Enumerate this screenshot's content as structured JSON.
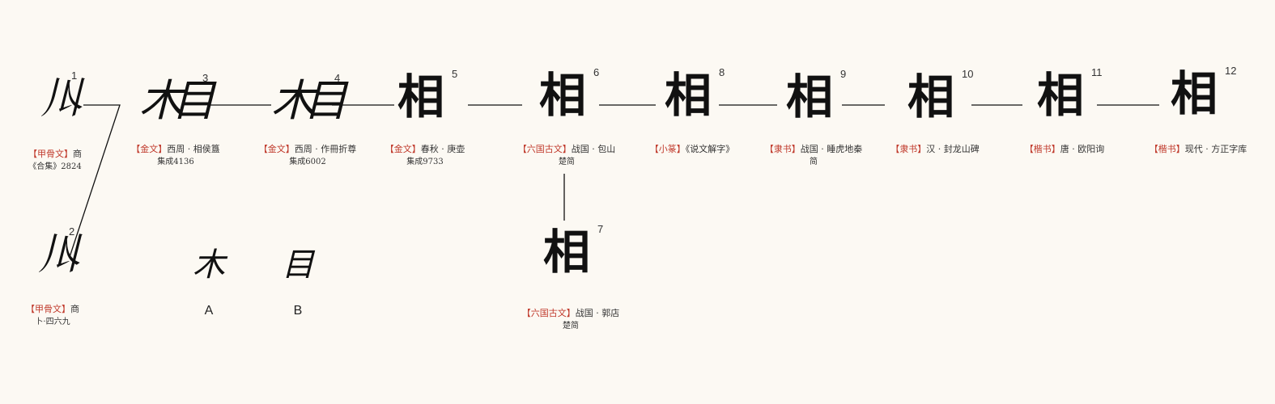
{
  "accent_color": "#c0392b",
  "items": [
    {
      "num": "1",
      "glyph": "𠄓",
      "tag": "【甲骨文】",
      "text": "商",
      "sub": "《合集》2824"
    },
    {
      "num": "2",
      "glyph": "𠄓",
      "tag": "【甲骨文】",
      "text": "商",
      "sub": "卜·四六九"
    },
    {
      "num": "3",
      "glyph": "木目",
      "tag": "【金文】",
      "text": "西周 · 相侯簋",
      "sub": "集成4136"
    },
    {
      "num": "4",
      "glyph": "木目",
      "tag": "【金文】",
      "text": "西周 · 作冊折尊",
      "sub": "集成6002"
    },
    {
      "num": "5",
      "glyph": "相",
      "tag": "【金文】",
      "text": "春秋 · 庚壶",
      "sub": "集成9733"
    },
    {
      "num": "6",
      "glyph": "相",
      "tag": "【六国古文】",
      "text": "战国 · 包山",
      "sub": "楚简"
    },
    {
      "num": "7",
      "glyph": "相",
      "tag": "【六国古文】",
      "text": "战国 · 郭店",
      "sub": "楚简"
    },
    {
      "num": "8",
      "glyph": "相",
      "tag": "【小篆】",
      "text": "《说文解字》",
      "sub": ""
    },
    {
      "num": "9",
      "glyph": "相",
      "tag": "【隶书】",
      "text": "战国 · 睡虎地秦",
      "sub": "简"
    },
    {
      "num": "10",
      "glyph": "相",
      "tag": "【隶书】",
      "text": "汉 · 封龙山碑",
      "sub": ""
    },
    {
      "num": "11",
      "glyph": "相",
      "tag": "【楷书】",
      "text": "唐 · 欧阳询",
      "sub": ""
    },
    {
      "num": "12",
      "glyph": "相",
      "tag": "【楷书】",
      "text": "现代 · 方正字库",
      "sub": ""
    }
  ],
  "components": [
    {
      "label": "A",
      "glyph": "木"
    },
    {
      "label": "B",
      "glyph": "目"
    }
  ]
}
